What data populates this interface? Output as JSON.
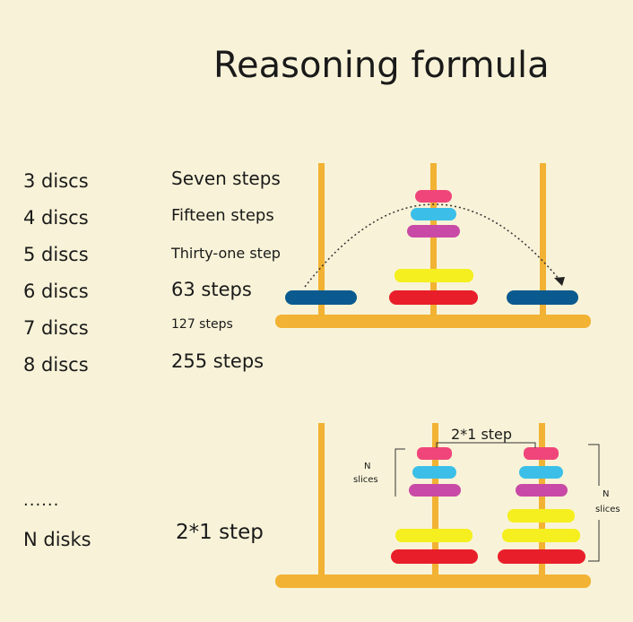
{
  "title": "Reasoning formula",
  "rows": [
    {
      "discs": "3 discs",
      "steps": "Seven steps"
    },
    {
      "discs": "4 discs",
      "steps": "Fifteen steps"
    },
    {
      "discs": "5 discs",
      "steps": "Thirty-one step"
    },
    {
      "discs": "6 discs",
      "steps": "63 steps"
    },
    {
      "discs": "7 discs",
      "steps": "127 steps"
    },
    {
      "discs": "8 discs",
      "steps": "255 steps"
    }
  ],
  "ellipsis": "......",
  "n_disks": "N disks",
  "n_formula": "2*1 step",
  "bottom_diagram": {
    "top_formula": "2*1 step",
    "n_label": "N",
    "slices_label": "slices"
  },
  "colors": {
    "background": "#f8f3d8",
    "rod": "#f2b233",
    "pink": "#f0457a",
    "cyan": "#3bbfe8",
    "magenta": "#c94aa6",
    "yellow": "#f5ef1f",
    "red": "#e81f2a",
    "blue": "#0b5a8f"
  }
}
